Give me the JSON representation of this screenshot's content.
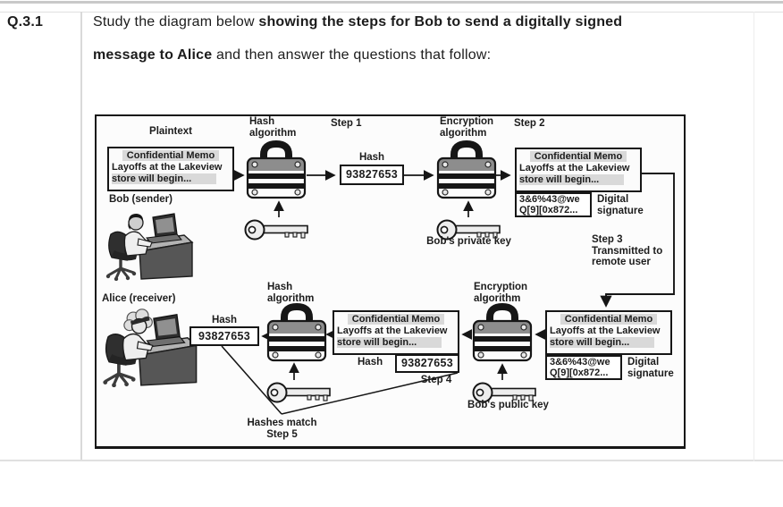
{
  "header": {
    "question_number": "Q.3.1",
    "line1_normal": "Study the diagram below ",
    "line1_bold": "showing the steps for Bob to send a digitally signed",
    "line2_bold": "message to Alice",
    "line2_normal": " and then answer the questions that follow:"
  },
  "diagram": {
    "plaintext_label": "Plaintext",
    "bob_label": "Bob (sender)",
    "alice_label": "Alice (receiver)",
    "memo": {
      "title": "Confidential Memo",
      "body1": "Layoffs at the Lakeview",
      "body2": "store will begin..."
    },
    "hash_algorithm": {
      "line1": "Hash",
      "line2": "algorithm"
    },
    "encryption_algorithm": {
      "line1": "Encryption",
      "line2": "algorithm"
    },
    "hash_label": "Hash",
    "hash_value": "93827653",
    "signature_text": {
      "line1": "3&6%43@we",
      "line2": "Q[9][0x872..."
    },
    "digital_signature": {
      "line1": "Digital",
      "line2": "signature"
    },
    "private_key_label": "Bob's private key",
    "public_key_label": "Bob's public key",
    "steps": {
      "s1": "Step 1",
      "s2": "Step 2",
      "s3": "Step 3",
      "s3_line1": "Transmitted to",
      "s3_line2": "remote user",
      "s4": "Step 4",
      "s5": "Step 5"
    },
    "hashes_match_label": "Hashes match",
    "colors": {
      "ink": "#161616",
      "text_highlight": "#d9d9d9"
    },
    "icons": {
      "hash_algorithm": "padlock-icon",
      "encryption_algorithm": "padlock-icon",
      "key": "key-icon",
      "bob": "person-at-computer-icon",
      "alice": "person-at-computer-icon"
    }
  }
}
